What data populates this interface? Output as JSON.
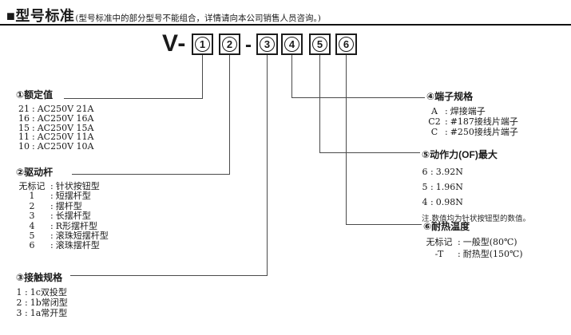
{
  "colors": {
    "ink": "#1a1a1a",
    "line": "#4a4a4a"
  },
  "punct": {
    "colon": ":"
  },
  "header": {
    "title": "■型号标准",
    "subtitle": "(型号标准中的部分型号不能组合，详情请向本公司销售人员咨询。)"
  },
  "model_code": {
    "prefix": "V-",
    "separator": "-",
    "digits": [
      "1",
      "2",
      "3",
      "4",
      "5",
      "6"
    ]
  },
  "sections": [
    {
      "title": "①额定值",
      "items": [
        {
          "k": "21",
          "v": "AC250V 21A"
        },
        {
          "k": "16",
          "v": "AC250V 16A"
        },
        {
          "k": "15",
          "v": "AC250V 15A"
        },
        {
          "k": "11",
          "v": "AC250V 11A"
        },
        {
          "k": "10",
          "v": "AC250V 10A"
        }
      ]
    },
    {
      "title": "②驱动杆",
      "items": [
        {
          "k": "无标记",
          "v": "针状按钮型"
        },
        {
          "k": "1",
          "v": "短摆杆型"
        },
        {
          "k": "2",
          "v": "摆杆型"
        },
        {
          "k": "3",
          "v": "长摆杆型"
        },
        {
          "k": "4",
          "v": "R形摆杆型"
        },
        {
          "k": "5",
          "v": "滚珠短摆杆型"
        },
        {
          "k": "6",
          "v": "滚珠摆杆型"
        }
      ]
    },
    {
      "title": "③接触规格",
      "items": [
        {
          "k": "1",
          "v": "1c双投型"
        },
        {
          "k": "2",
          "v": "1b常闭型"
        },
        {
          "k": "3",
          "v": "1a常开型"
        }
      ]
    },
    {
      "title": "④端子规格",
      "items": [
        {
          "k": "A",
          "v": "焊接端子"
        },
        {
          "k": "C2",
          "v": "#187接线片端子"
        },
        {
          "k": "C",
          "v": "#250接线片端子"
        }
      ]
    },
    {
      "title": "⑤动作力(OF)最大",
      "items": [
        {
          "k": "6",
          "v": "3.92N"
        },
        {
          "k": "5",
          "v": "1.96N"
        },
        {
          "k": "4",
          "v": "0.98N"
        }
      ],
      "note": "注.数值均为针状按钮型的数值。"
    },
    {
      "title": "⑥耐热温度",
      "items": [
        {
          "k": "无标记",
          "v": "一般型(80℃)"
        },
        {
          "k": "-T",
          "v": "耐热型(150℃)"
        }
      ]
    }
  ]
}
